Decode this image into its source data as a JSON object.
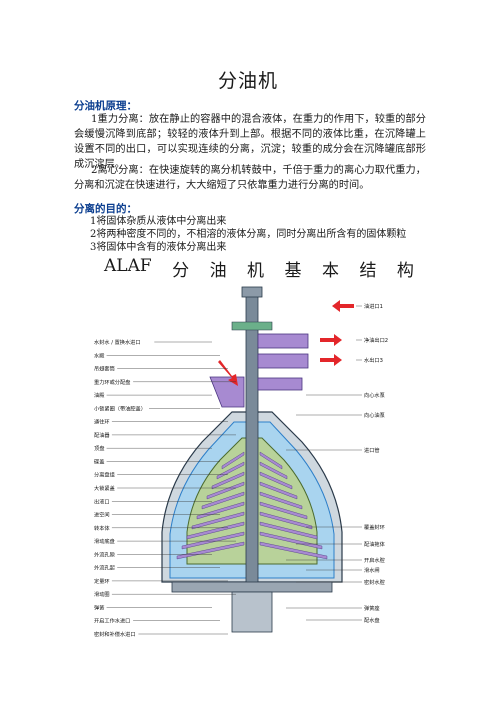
{
  "title": "分油机",
  "principle": {
    "heading": "分油机原理：",
    "p1": "1重力分离：放在静止的容器中的混合液体，在重力的作用下，较重的部分会缓慢沉降到底部；较轻的液体升到上部。根据不同的液体比重，在沉降罐上设置不同的出口，可以实现连续的分离，沉淀；较重的成分会在沉降罐底部形成沉淀层。",
    "p2": "2离心分离：在快速旋转的离分机转鼓中，千倍于重力的离心力取代重力，分离和沉淀在快速进行，大大缩短了只依靠重力进行分离的时间。"
  },
  "purpose": {
    "heading": "分离的目的：",
    "items": [
      "1将固体杂质从液体中分离出来",
      "2将两种密度不同的，不相溶的液体分离，同时分离出所含有的固体颗粒",
      "3将固体中含有的液体分离出来"
    ]
  },
  "diagram": {
    "title_chars": [
      "ALAF",
      "分",
      "油",
      "机",
      "基",
      "本",
      "结",
      "构"
    ],
    "left_labels": [
      "水封水 / 置换水进口",
      "水殿",
      "吊翅套筒",
      "重力环或分配盘",
      "油殿",
      "小锁紧圈（带油腔盖）",
      "通往环",
      "配油器",
      "顶盘",
      "碟盖",
      "分离盘组",
      "大锁紧盖",
      "出液口",
      "进空间",
      "转本体",
      "滑动底盘",
      "外流孔隙",
      "外流孔起",
      "定量环",
      "滑动圈",
      "弹簧",
      "开启工作水进口",
      "密封和补偿水进口"
    ],
    "right_labels": [
      "油进口",
      "净油出口",
      "水出口",
      "向心水泵",
      "向心油泵",
      "进口管",
      "覆盖封环",
      "配油拖体",
      "开启水腔",
      "滑水闸",
      "密封水腔",
      "弹簧座",
      "配水盘"
    ],
    "arrow_labels": [
      "油进口1",
      "净油出口2",
      "水出口3"
    ],
    "colors": {
      "arrow": "#e3262a",
      "purple": "#a78ad1",
      "green": "#b8d29a",
      "blue": "#2d7fc9",
      "light_blue": "#a9d4ef",
      "steel": "#7a8a99"
    }
  }
}
